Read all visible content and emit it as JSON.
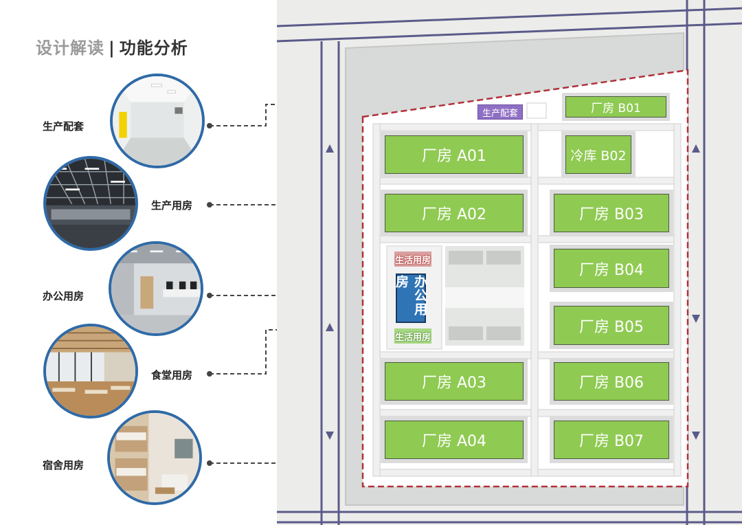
{
  "header": {
    "title_part1": "设计解读",
    "separator": "|",
    "title_part2": "功能分析"
  },
  "categories": [
    {
      "label": "生产配套"
    },
    {
      "label": "生产用房"
    },
    {
      "label": "办公用房"
    },
    {
      "label": "食堂用房"
    },
    {
      "label": "宿舍用房"
    }
  ],
  "plan": {
    "buildings": {
      "a01": "厂房 A01",
      "a02": "厂房 A02",
      "a03": "厂房 A03",
      "a04": "厂房 A04",
      "b01": "厂房 B01",
      "b02": "冷库 B02",
      "b03": "厂房 B03",
      "b04": "厂房 B04",
      "b05": "厂房 B05",
      "b06": "厂房 B06",
      "b07": "厂房 B07"
    },
    "support_label": "生产配套",
    "life_upper": "生活用房",
    "life_lower": "生活用房",
    "office": "办公用房"
  },
  "colors": {
    "accent_blue": "#2f6aa6",
    "building_green": "#8fca52",
    "boundary_red": "#b0303a",
    "road_purple": "#5a5a8a",
    "support_purple": "#8f6fc4"
  }
}
